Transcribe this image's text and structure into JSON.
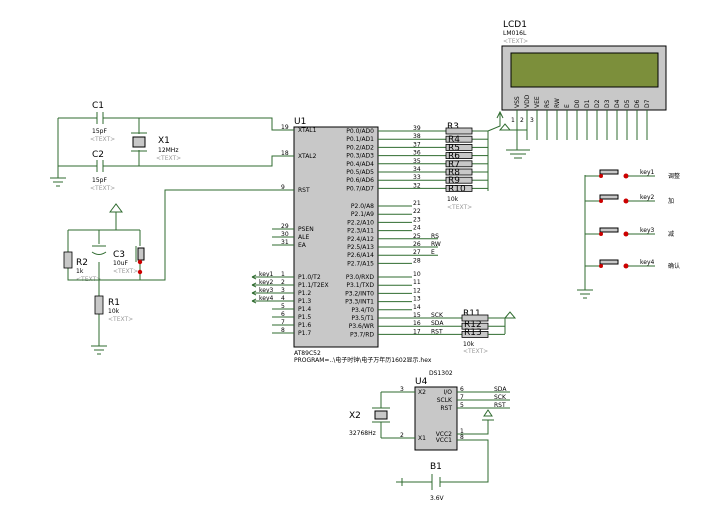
{
  "lcd": {
    "ref": "LCD1",
    "part": "LM016L",
    "text": "<TEXT>",
    "pins": [
      "VSS",
      "VDD",
      "VEE",
      "RS",
      "RW",
      "E",
      "D0",
      "D1",
      "D2",
      "D3",
      "D4",
      "D5",
      "D6",
      "D7"
    ],
    "pin_nums": [
      "1",
      "2",
      "3"
    ]
  },
  "u1": {
    "ref": "U1",
    "part": "AT89C52",
    "program": "PROGRAM=..\\电子时钟\\电子万年历1602显示.hex",
    "left_pins": [
      [
        "19",
        "XTAL1"
      ],
      [
        "18",
        "XTAL2"
      ],
      [
        "9",
        "RST"
      ],
      [
        "29",
        "PSEN"
      ],
      [
        "30",
        "ALE"
      ],
      [
        "31",
        "EA"
      ],
      [
        "1",
        "P1.0/T2"
      ],
      [
        "2",
        "P1.1/T2EX"
      ],
      [
        "3",
        "P1.2"
      ],
      [
        "4",
        "P1.3"
      ],
      [
        "5",
        "P1.4"
      ],
      [
        "6",
        "P1.5"
      ],
      [
        "7",
        "P1.6"
      ],
      [
        "8",
        "P1.7"
      ]
    ],
    "right_pins": [
      [
        "P0.0/AD0",
        "39"
      ],
      [
        "P0.1/AD1",
        "38"
      ],
      [
        "P0.2/AD2",
        "37"
      ],
      [
        "P0.3/AD3",
        "36"
      ],
      [
        "P0.4/AD4",
        "35"
      ],
      [
        "P0.5/AD5",
        "34"
      ],
      [
        "P0.6/AD6",
        "33"
      ],
      [
        "P0.7/AD7",
        "32"
      ],
      [
        "P2.0/A8",
        "21"
      ],
      [
        "P2.1/A9",
        "22"
      ],
      [
        "P2.2/A10",
        "23"
      ],
      [
        "P2.3/A11",
        "24"
      ],
      [
        "P2.4/A12",
        "25"
      ],
      [
        "P2.5/A13",
        "26"
      ],
      [
        "P2.6/A14",
        "27"
      ],
      [
        "P2.7/A15",
        "28"
      ],
      [
        "P3.0/RXD",
        "10"
      ],
      [
        "P3.1/TXD",
        "11"
      ],
      [
        "P3.2/INT0",
        "12"
      ],
      [
        "P3.3/INT1",
        "13"
      ],
      [
        "P3.4/T0",
        "14"
      ],
      [
        "P3.5/T1",
        "15"
      ],
      [
        "P3.6/WR",
        "16"
      ],
      [
        "P3.7/RD",
        "17"
      ]
    ],
    "p2_nets": [
      "",
      "",
      "",
      "",
      "RS",
      "RW",
      "E",
      ""
    ],
    "p3_nets": [
      "",
      "",
      "",
      "",
      "",
      "SCK",
      "SDA",
      "RST"
    ],
    "key_nets": [
      "key1",
      "key2",
      "key3",
      "key4"
    ]
  },
  "r3": {
    "ref": "R3",
    "subrefs": [
      "R4",
      "R5",
      "R6",
      "R7",
      "R8",
      "R9",
      "R10"
    ],
    "value": "10k",
    "text": "<TEXT>"
  },
  "r11": {
    "ref": "R11",
    "subrefs": [
      "R12",
      "R13"
    ],
    "value": "10k",
    "text": "<TEXT>"
  },
  "c1": {
    "ref": "C1",
    "value": "15pF",
    "text": "<TEXT>"
  },
  "c2": {
    "ref": "C2",
    "value": "15pF",
    "text": "<TEXT>"
  },
  "x1": {
    "ref": "X1",
    "value": "12MHz",
    "text": "<TEXT>"
  },
  "c3": {
    "ref": "C3",
    "value": "10uF",
    "text": "<TEXT>"
  },
  "r2": {
    "ref": "R2",
    "value": "1k",
    "text": "<TEXT>"
  },
  "r1": {
    "ref": "R1",
    "value": "10k",
    "text": "<TEXT>"
  },
  "u4": {
    "ref": "U4",
    "part": "DS1302",
    "left_pins": [
      [
        "3",
        "X2"
      ],
      [
        "2",
        "X1"
      ]
    ],
    "right_pins": [
      [
        "6",
        "I/O",
        "SDA"
      ],
      [
        "7",
        "SCLK",
        "SCK"
      ],
      [
        "5",
        "RST",
        "RST"
      ]
    ],
    "power_pins": [
      [
        "VCC2",
        "1"
      ],
      [
        "VCC1",
        "8"
      ]
    ],
    "top_nums": [
      "3"
    ]
  },
  "x2": {
    "ref": "X2",
    "value": "32768Hz"
  },
  "b1": {
    "ref": "B1",
    "value": "3.6V"
  },
  "keys": [
    {
      "net": "key1",
      "label": "调整"
    },
    {
      "net": "key2",
      "label": "加"
    },
    {
      "net": "key3",
      "label": "减"
    },
    {
      "net": "key4",
      "label": "确认"
    }
  ]
}
